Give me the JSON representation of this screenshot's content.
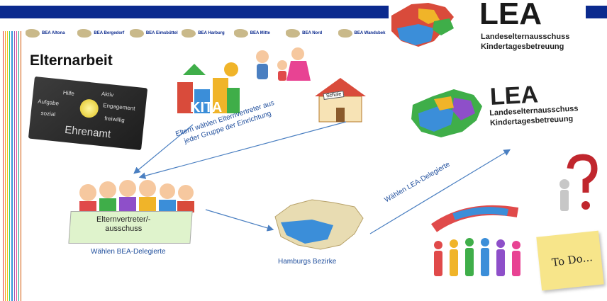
{
  "header": {
    "bea_logos": [
      {
        "label": "BEA Altona"
      },
      {
        "label": "BEA Bergedorf"
      },
      {
        "label": "BEA Eimsbüttel"
      },
      {
        "label": "BEA Harburg"
      },
      {
        "label": "BEA Mitte"
      },
      {
        "label": "BEA Nord"
      },
      {
        "label": "BEA Wandsbek"
      }
    ],
    "lea_title": "LEA",
    "lea_subtitle_line1": "Landeselternausschuss",
    "lea_subtitle_line2": "Kindertagesbetreuung"
  },
  "main": {
    "title": "Elternarbeit",
    "chalkboard": {
      "words": [
        "Hilfe",
        "Aktiv",
        "Aufgabe",
        "Engagement",
        "sozial",
        "freiwillig"
      ],
      "caption": "Ehrenamt"
    },
    "kita_label": "KITA",
    "schule_label": "Schule",
    "arrow1_line1": "Eltern wählen Elternvertreter aus",
    "arrow1_line2": "jeder Gruppe der Einrichtung",
    "committee_line1": "Elternvertreter/-",
    "committee_line2": "ausschuss",
    "committee_caption": "Wählen BEA-Delegierte",
    "districts_caption": "Hamburgs Bezirke",
    "arrow2_label": "Wählen LEA-Delegierte",
    "lea2_title": "LEA",
    "lea2_line1": "Landeselternausschuss",
    "lea2_line2": "Kindertagesbetreuung",
    "todo_label": "To Do..."
  },
  "colors": {
    "header_bar": "#0b2a8e",
    "arrow_blue": "#4a7fc1",
    "text_blue": "#1f4e9c",
    "stripes": [
      "#e63b2e",
      "#f39c12",
      "#f1c40f",
      "#2ecc71",
      "#3498db",
      "#9b59b6",
      "#e84393",
      "#16a085",
      "#d35400",
      "#2c3e50"
    ]
  }
}
